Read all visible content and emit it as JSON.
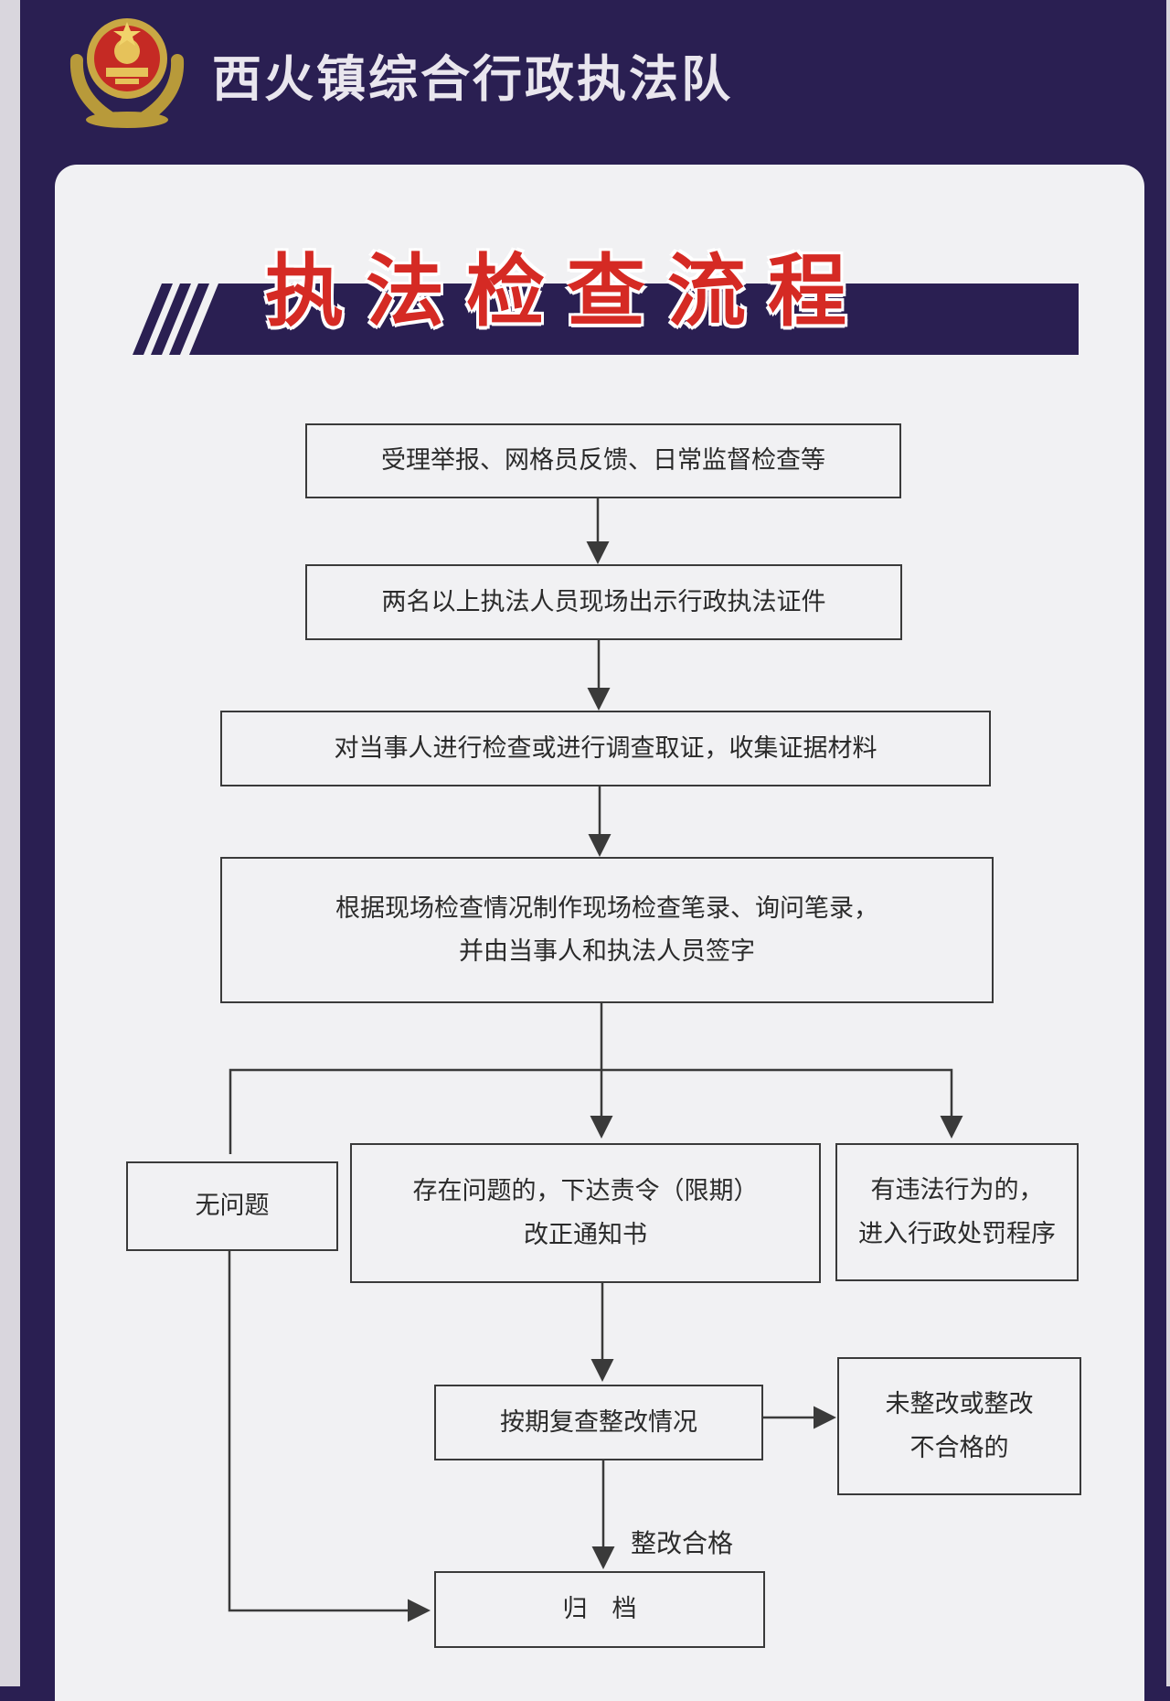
{
  "header": {
    "organization": "西火镇综合行政执法队",
    "emblem_icon": "police-badge-icon"
  },
  "title": "执法检查流程",
  "colors": {
    "background": "#2a1f52",
    "panel": "#f1f1f3",
    "title_red": "#d52a24",
    "line": "#3a3a3a"
  },
  "flow": {
    "step1": "受理举报、网格员反馈、日常监督检查等",
    "step2": "两名以上执法人员现场出示行政执法证件",
    "step3": "对当事人进行检查或进行调查取证，收集证据材料",
    "step4": {
      "line1": "根据现场检查情况制作现场检查笔录、询问笔录，",
      "line2": "并由当事人和执法人员签字"
    },
    "no_issue": "无问题",
    "has_issue": {
      "line1": "存在问题的，下达责令（限期）",
      "line2": "改正通知书"
    },
    "violation": {
      "line1": "有违法行为的，",
      "line2": "进入行政处罚程序"
    },
    "recheck": "按期复查整改情况",
    "not_fixed": {
      "line1": "未整改或整改",
      "line2": "不合格的"
    },
    "passed_label": "整改合格",
    "archive": "归　档"
  }
}
